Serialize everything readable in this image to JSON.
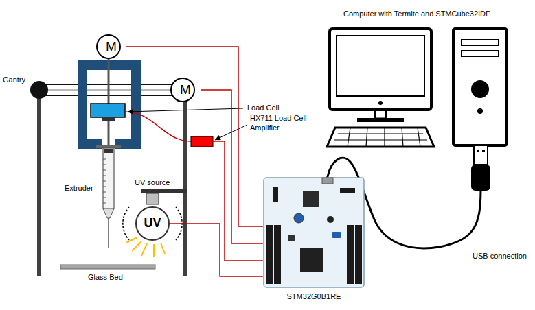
{
  "diagram": {
    "nodes": [
      {
        "text": [
          "M"
        ]
      },
      {
        "text": [
          "M"
        ]
      },
      {
        "text": [
          "UV"
        ]
      },
      {
        "text": [
          "STM32G0B1RE"
        ]
      }
    ],
    "edges": [
      {
        "from": 0,
        "to": 3,
        "arrow": "none"
      },
      {
        "from": 1,
        "to": 3,
        "arrow": "none"
      },
      {
        "from": 2,
        "to": 3,
        "arrow": "none"
      }
    ],
    "labels": [
      "Computer with Termite and STMCube32IDE",
      "Gantry",
      "Load Cell",
      "HX711 Load Cell Amplifier",
      "Extruder",
      "UV source",
      "Glass Bed",
      "USB connection"
    ]
  }
}
